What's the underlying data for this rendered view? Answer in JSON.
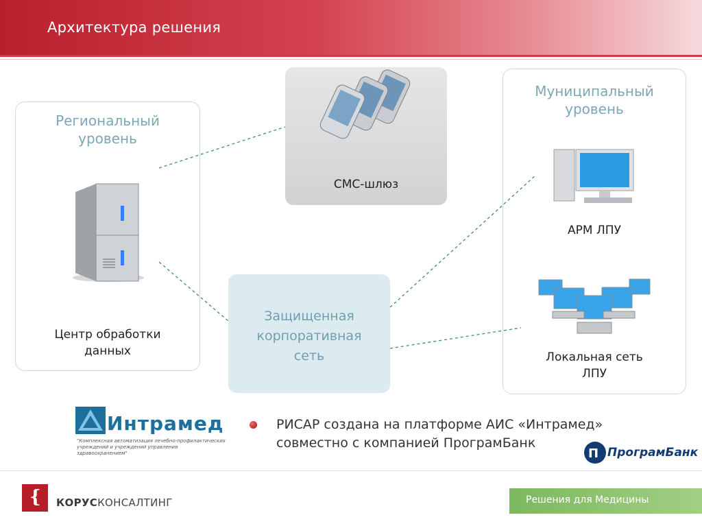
{
  "slide": {
    "title": "Архитектура решения"
  },
  "regional": {
    "level_line1": "Региональный",
    "level_line2": "уровень",
    "node_line1": "Центр обработки",
    "node_line2": "данных"
  },
  "sms": {
    "label": "СМС-шлюз"
  },
  "network": {
    "line1": "Защищенная",
    "line2": "корпоративная",
    "line3": "сеть"
  },
  "municipal": {
    "level_line1": "Муниципальный",
    "level_line2": "уровень",
    "arm_label": "АРМ ЛПУ",
    "lan_line1": "Локальная сеть",
    "lan_line2": "ЛПУ"
  },
  "info": {
    "line1": "РИСАР создана на платформе АИС «Интрамед»",
    "line2": "совместно с компанией ПрограмБанк"
  },
  "logos": {
    "intramed": "Интрамед",
    "intramed_tagline": "\"Комплексная автоматизация лечебно-профилактических учреждений и учреждений управления здравоохранением\"",
    "programbank": "ПрограмБанк",
    "korus_bold": "КОРУС",
    "korus_rest": "КОНСАЛТИНГ"
  },
  "footer": {
    "badge": "Решения для Медицины"
  },
  "colors": {
    "header_red": "#b8202c",
    "level_text": "#7ba7b4",
    "network_fill": "#dcebf0",
    "footer_green": "#7cb85f"
  }
}
